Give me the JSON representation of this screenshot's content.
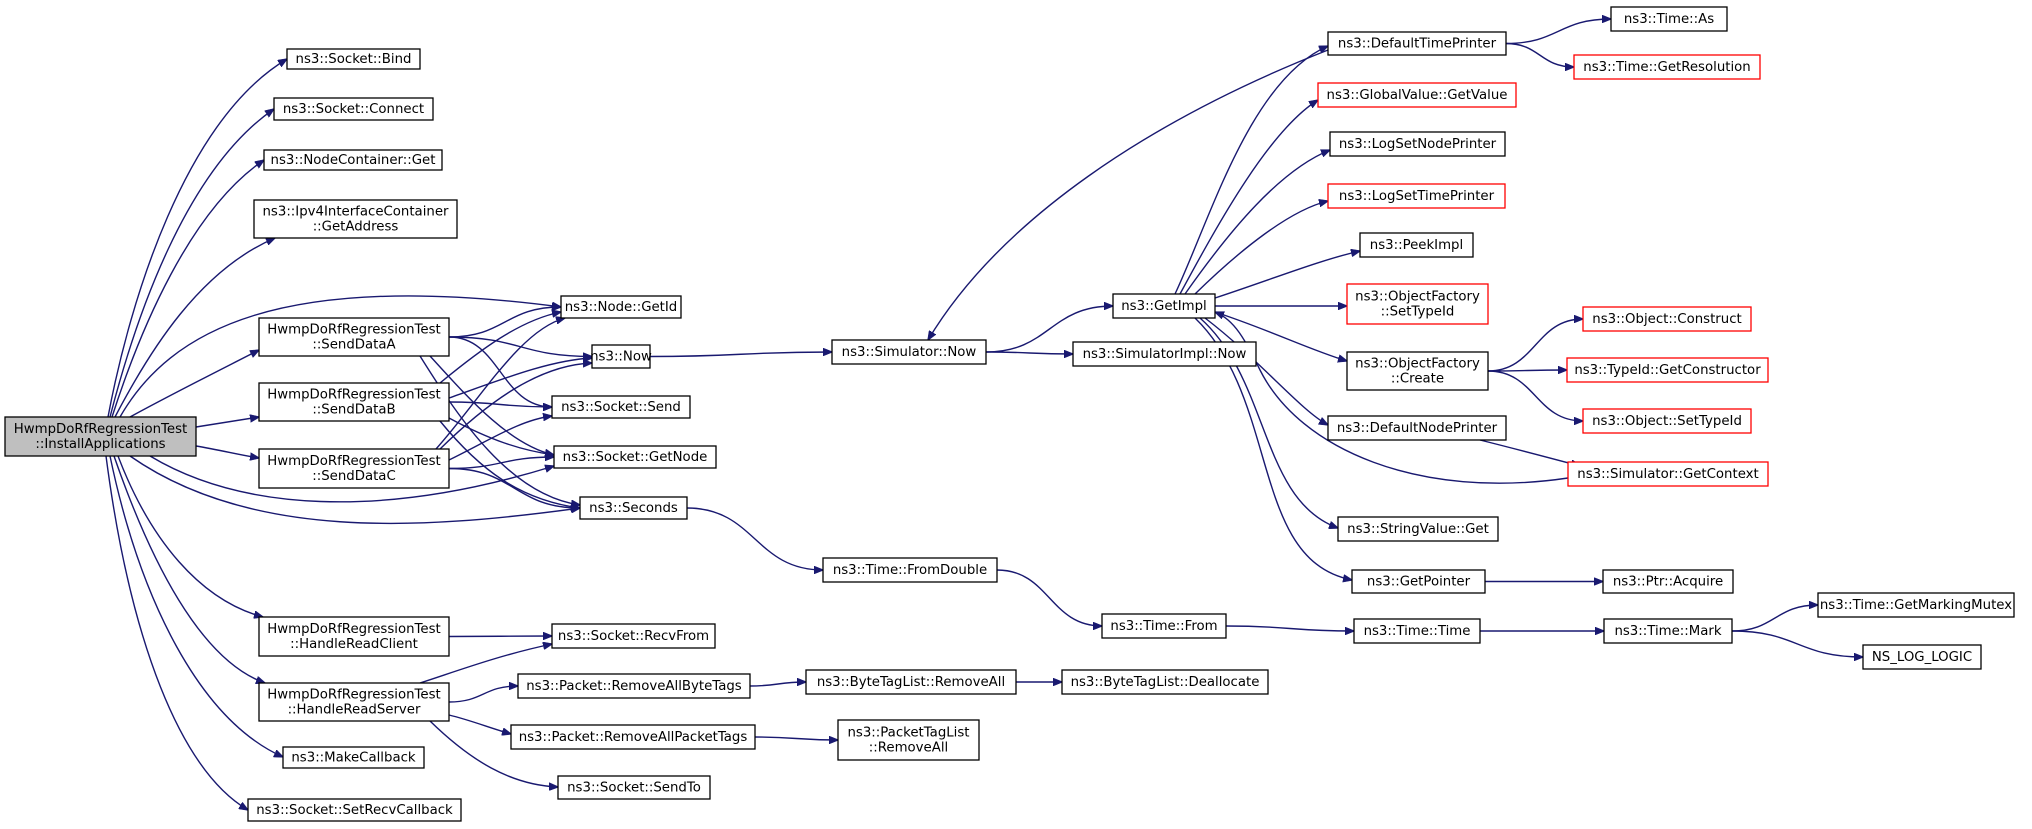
{
  "colors": {
    "edge": "#191970",
    "node_border": "#000000",
    "node_fill": "#ffffff",
    "root_fill": "#bfbfbf",
    "undocumented_border": "#ff0000",
    "text": "#000000"
  },
  "nodes": [
    {
      "id": "root",
      "lines": [
        "HwmpDoRfRegressionTest",
        "::InstallApplications"
      ],
      "style": "root"
    },
    {
      "id": "bind",
      "lines": [
        "ns3::Socket::Bind"
      ],
      "style": "normal"
    },
    {
      "id": "connect",
      "lines": [
        "ns3::Socket::Connect"
      ],
      "style": "normal"
    },
    {
      "id": "nc_get",
      "lines": [
        "ns3::NodeContainer::Get"
      ],
      "style": "normal"
    },
    {
      "id": "ipv4_getaddr",
      "lines": [
        "ns3::Ipv4InterfaceContainer",
        "::GetAddress"
      ],
      "style": "normal"
    },
    {
      "id": "senda",
      "lines": [
        "HwmpDoRfRegressionTest",
        "::SendDataA"
      ],
      "style": "normal"
    },
    {
      "id": "sendb",
      "lines": [
        "HwmpDoRfRegressionTest",
        "::SendDataB"
      ],
      "style": "normal"
    },
    {
      "id": "sendc",
      "lines": [
        "HwmpDoRfRegressionTest",
        "::SendDataC"
      ],
      "style": "normal"
    },
    {
      "id": "hrc",
      "lines": [
        "HwmpDoRfRegressionTest",
        "::HandleReadClient"
      ],
      "style": "normal"
    },
    {
      "id": "hrs",
      "lines": [
        "HwmpDoRfRegressionTest",
        "::HandleReadServer"
      ],
      "style": "normal"
    },
    {
      "id": "makecb",
      "lines": [
        "ns3::MakeCallback"
      ],
      "style": "normal"
    },
    {
      "id": "setrecv",
      "lines": [
        "ns3::Socket::SetRecvCallback"
      ],
      "style": "normal"
    },
    {
      "id": "node_getid",
      "lines": [
        "ns3::Node::GetId"
      ],
      "style": "normal"
    },
    {
      "id": "now",
      "lines": [
        "ns3::Now"
      ],
      "style": "normal"
    },
    {
      "id": "sock_send",
      "lines": [
        "ns3::Socket::Send"
      ],
      "style": "normal"
    },
    {
      "id": "sock_getnode",
      "lines": [
        "ns3::Socket::GetNode"
      ],
      "style": "normal"
    },
    {
      "id": "seconds",
      "lines": [
        "ns3::Seconds"
      ],
      "style": "normal"
    },
    {
      "id": "recvfrom",
      "lines": [
        "ns3::Socket::RecvFrom"
      ],
      "style": "normal"
    },
    {
      "id": "pkt_rabt",
      "lines": [
        "ns3::Packet::RemoveAllByteTags"
      ],
      "style": "normal"
    },
    {
      "id": "pkt_rapt",
      "lines": [
        "ns3::Packet::RemoveAllPacketTags"
      ],
      "style": "normal"
    },
    {
      "id": "sendto",
      "lines": [
        "ns3::Socket::SendTo"
      ],
      "style": "normal"
    },
    {
      "id": "sim_now",
      "lines": [
        "ns3::Simulator::Now"
      ],
      "style": "normal"
    },
    {
      "id": "time_fromdouble",
      "lines": [
        "ns3::Time::FromDouble"
      ],
      "style": "normal"
    },
    {
      "id": "btl_removeall",
      "lines": [
        "ns3::ByteTagList::RemoveAll"
      ],
      "style": "normal"
    },
    {
      "id": "ptl_removeall",
      "lines": [
        "ns3::PacketTagList",
        "::RemoveAll"
      ],
      "style": "normal"
    },
    {
      "id": "getimpl",
      "lines": [
        "ns3::GetImpl"
      ],
      "style": "normal"
    },
    {
      "id": "simimpl_now",
      "lines": [
        "ns3::SimulatorImpl::Now"
      ],
      "style": "normal"
    },
    {
      "id": "time_from",
      "lines": [
        "ns3::Time::From"
      ],
      "style": "normal"
    },
    {
      "id": "btl_dealloc",
      "lines": [
        "ns3::ByteTagList::Deallocate"
      ],
      "style": "normal"
    },
    {
      "id": "dtp",
      "lines": [
        "ns3::DefaultTimePrinter"
      ],
      "style": "normal"
    },
    {
      "id": "gv_getvalue",
      "lines": [
        "ns3::GlobalValue::GetValue"
      ],
      "style": "red"
    },
    {
      "id": "logsetnode",
      "lines": [
        "ns3::LogSetNodePrinter"
      ],
      "style": "normal"
    },
    {
      "id": "logsettime",
      "lines": [
        "ns3::LogSetTimePrinter"
      ],
      "style": "red"
    },
    {
      "id": "peekimpl",
      "lines": [
        "ns3::PeekImpl"
      ],
      "style": "normal"
    },
    {
      "id": "of_settypeid",
      "lines": [
        "ns3::ObjectFactory",
        "::SetTypeId"
      ],
      "style": "red"
    },
    {
      "id": "of_create",
      "lines": [
        "ns3::ObjectFactory",
        "::Create"
      ],
      "style": "normal"
    },
    {
      "id": "dnp",
      "lines": [
        "ns3::DefaultNodePrinter"
      ],
      "style": "normal"
    },
    {
      "id": "sv_get",
      "lines": [
        "ns3::StringValue::Get"
      ],
      "style": "normal"
    },
    {
      "id": "getpointer",
      "lines": [
        "ns3::GetPointer"
      ],
      "style": "normal"
    },
    {
      "id": "time_time",
      "lines": [
        "ns3::Time::Time"
      ],
      "style": "normal"
    },
    {
      "id": "time_as",
      "lines": [
        "ns3::Time::As"
      ],
      "style": "normal"
    },
    {
      "id": "time_getres",
      "lines": [
        "ns3::Time::GetResolution"
      ],
      "style": "red"
    },
    {
      "id": "obj_construct",
      "lines": [
        "ns3::Object::Construct"
      ],
      "style": "red"
    },
    {
      "id": "typeid_getctor",
      "lines": [
        "ns3::TypeId::GetConstructor"
      ],
      "style": "red"
    },
    {
      "id": "obj_settypeid",
      "lines": [
        "ns3::Object::SetTypeId"
      ],
      "style": "red"
    },
    {
      "id": "sim_getcontext",
      "lines": [
        "ns3::Simulator::GetContext"
      ],
      "style": "red"
    },
    {
      "id": "ptr_acquire",
      "lines": [
        "ns3::Ptr::Acquire"
      ],
      "style": "normal"
    },
    {
      "id": "time_mark",
      "lines": [
        "ns3::Time::Mark"
      ],
      "style": "normal"
    },
    {
      "id": "time_getmutex",
      "lines": [
        "ns3::Time::GetMarkingMutex"
      ],
      "style": "normal"
    },
    {
      "id": "ns_log_logic",
      "lines": [
        "NS_LOG_LOGIC"
      ],
      "style": "normal"
    }
  ],
  "edges": [
    {
      "from": "root",
      "to": "bind"
    },
    {
      "from": "root",
      "to": "connect"
    },
    {
      "from": "root",
      "to": "nc_get"
    },
    {
      "from": "root",
      "to": "ipv4_getaddr"
    },
    {
      "from": "root",
      "to": "node_getid"
    },
    {
      "from": "root",
      "to": "senda"
    },
    {
      "from": "root",
      "to": "sendb"
    },
    {
      "from": "root",
      "to": "sendc"
    },
    {
      "from": "root",
      "to": "sock_getnode"
    },
    {
      "from": "root",
      "to": "seconds"
    },
    {
      "from": "root",
      "to": "hrc"
    },
    {
      "from": "root",
      "to": "hrs"
    },
    {
      "from": "root",
      "to": "makecb"
    },
    {
      "from": "root",
      "to": "setrecv"
    },
    {
      "from": "senda",
      "to": "node_getid"
    },
    {
      "from": "senda",
      "to": "now"
    },
    {
      "from": "senda",
      "to": "sock_send"
    },
    {
      "from": "senda",
      "to": "sock_getnode"
    },
    {
      "from": "senda",
      "to": "seconds"
    },
    {
      "from": "sendb",
      "to": "node_getid"
    },
    {
      "from": "sendb",
      "to": "now"
    },
    {
      "from": "sendb",
      "to": "sock_send"
    },
    {
      "from": "sendb",
      "to": "sock_getnode"
    },
    {
      "from": "sendb",
      "to": "seconds"
    },
    {
      "from": "sendc",
      "to": "node_getid"
    },
    {
      "from": "sendc",
      "to": "now"
    },
    {
      "from": "sendc",
      "to": "sock_send"
    },
    {
      "from": "sendc",
      "to": "sock_getnode"
    },
    {
      "from": "sendc",
      "to": "seconds"
    },
    {
      "from": "hrc",
      "to": "recvfrom"
    },
    {
      "from": "hrs",
      "to": "recvfrom"
    },
    {
      "from": "hrs",
      "to": "pkt_rabt"
    },
    {
      "from": "hrs",
      "to": "pkt_rapt"
    },
    {
      "from": "hrs",
      "to": "sendto"
    },
    {
      "from": "now",
      "to": "sim_now"
    },
    {
      "from": "seconds",
      "to": "time_fromdouble"
    },
    {
      "from": "pkt_rabt",
      "to": "btl_removeall"
    },
    {
      "from": "pkt_rapt",
      "to": "ptl_removeall"
    },
    {
      "from": "sim_now",
      "to": "getimpl"
    },
    {
      "from": "sim_now",
      "to": "simimpl_now"
    },
    {
      "from": "time_fromdouble",
      "to": "time_from"
    },
    {
      "from": "btl_removeall",
      "to": "btl_dealloc"
    },
    {
      "from": "getimpl",
      "to": "dtp"
    },
    {
      "from": "getimpl",
      "to": "gv_getvalue"
    },
    {
      "from": "getimpl",
      "to": "logsetnode"
    },
    {
      "from": "getimpl",
      "to": "logsettime"
    },
    {
      "from": "getimpl",
      "to": "peekimpl"
    },
    {
      "from": "getimpl",
      "to": "of_settypeid"
    },
    {
      "from": "getimpl",
      "to": "of_create"
    },
    {
      "from": "getimpl",
      "to": "dnp"
    },
    {
      "from": "getimpl",
      "to": "sv_get"
    },
    {
      "from": "getimpl",
      "to": "getpointer"
    },
    {
      "from": "dtp",
      "to": "sim_now"
    },
    {
      "from": "dtp",
      "to": "time_as"
    },
    {
      "from": "dtp",
      "to": "time_getres"
    },
    {
      "from": "of_create",
      "to": "obj_construct"
    },
    {
      "from": "of_create",
      "to": "typeid_getctor"
    },
    {
      "from": "of_create",
      "to": "obj_settypeid"
    },
    {
      "from": "dnp",
      "to": "sim_getcontext"
    },
    {
      "from": "sim_getcontext",
      "to": "getimpl"
    },
    {
      "from": "getpointer",
      "to": "ptr_acquire"
    },
    {
      "from": "time_from",
      "to": "time_time"
    },
    {
      "from": "time_time",
      "to": "time_mark"
    },
    {
      "from": "time_mark",
      "to": "time_getmutex"
    },
    {
      "from": "time_mark",
      "to": "ns_log_logic"
    }
  ]
}
